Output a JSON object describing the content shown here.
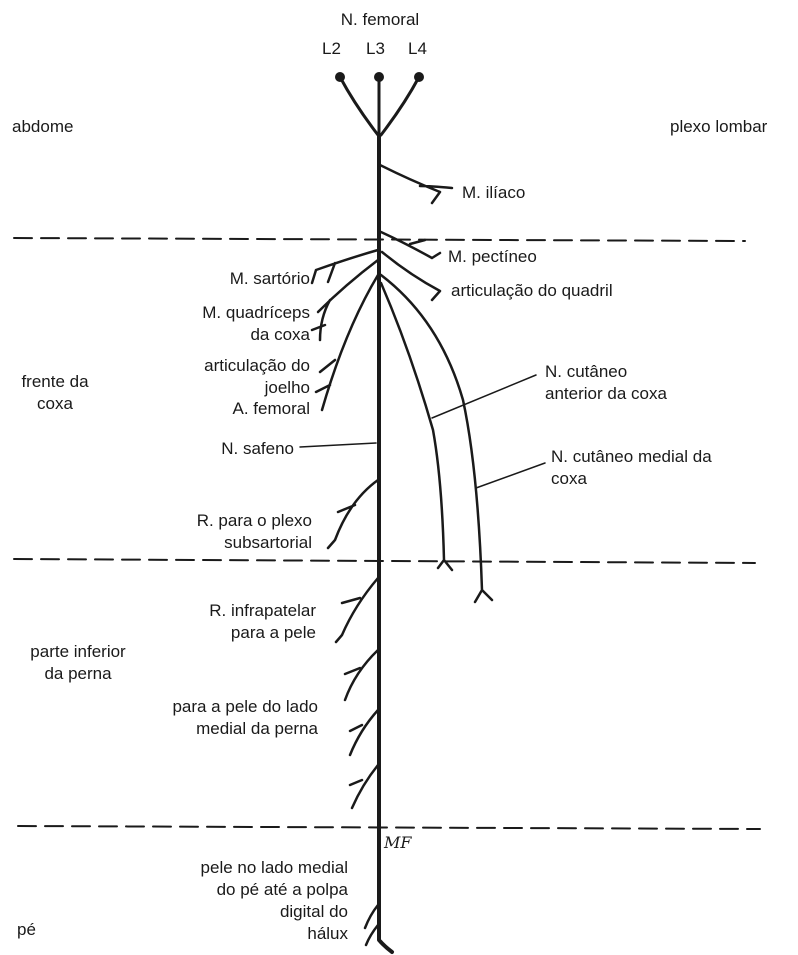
{
  "header": {
    "nerve": "N. femoral",
    "roots": [
      "L2",
      "L3",
      "L4"
    ]
  },
  "regions": {
    "abdomen": "abdome",
    "lumbar_plexus": "plexo lombar",
    "thigh_front": "frente da\ncoxa",
    "lower_leg": "parte inferior\nda perna",
    "foot": "pé"
  },
  "branches": {
    "iliacus": "M. ilíaco",
    "pectineus": "M. pectíneo",
    "hip_joint": "articulação do quadril",
    "sartorius": "M. sartório",
    "quadriceps": "M. quadríceps\nda coxa",
    "knee_joint": "articulação do\njoelho",
    "femoral_artery": "A. femoral",
    "saphenous": "N. safeno",
    "ant_cutaneous": "N. cutâneo\nanterior da coxa",
    "med_cutaneous": "N. cutâneo medial da\ncoxa",
    "subsartorial": "R. para o plexo\nsubsartorial",
    "infrapatellar": "R. infrapatelar\npara a pele",
    "medial_leg_skin": "para a pele do lado\nmedial da perna",
    "foot_skin": "pele no lado medial\ndo pé até a polpa\ndigital do\nhálux"
  },
  "signature": "MF",
  "colors": {
    "ink": "#1a1a1a",
    "background": "#ffffff"
  }
}
